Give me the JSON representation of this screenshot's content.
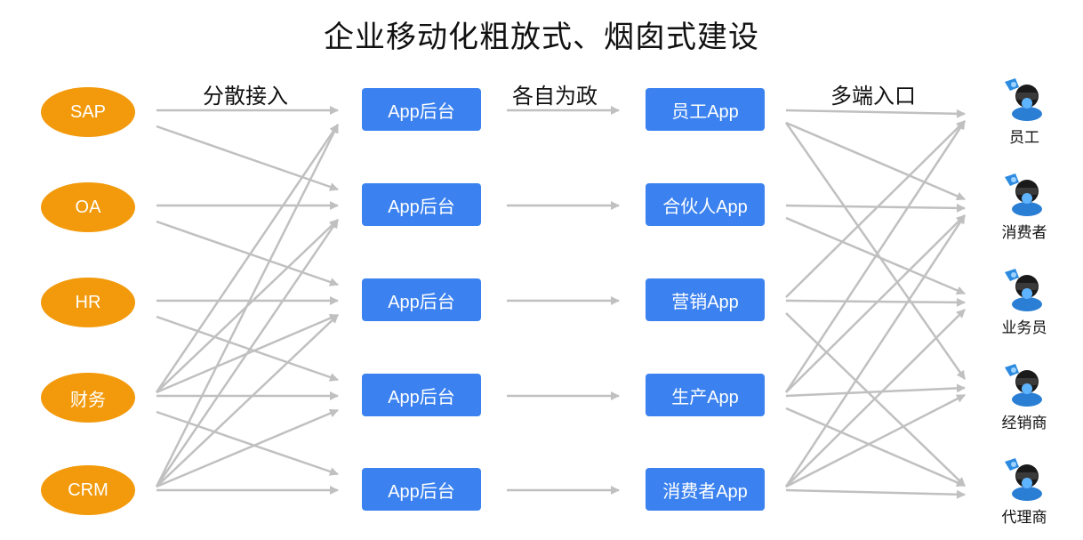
{
  "title": "企业移动化粗放式、烟囱式建设",
  "section_labels": {
    "left": "分散接入",
    "middle": "各自为政",
    "right": "多端入口"
  },
  "sources": [
    "SAP",
    "OA",
    "HR",
    "财务",
    "CRM"
  ],
  "backends": [
    "App后台",
    "App后台",
    "App后台",
    "App后台",
    "App后台"
  ],
  "apps": [
    "员工App",
    "合伙人App",
    "营销App",
    "生产App",
    "消费者App"
  ],
  "users": [
    "员工",
    "消费者",
    "业务员",
    "经销商",
    "代理商"
  ],
  "icons": {
    "user": "user-avatar-icon"
  },
  "colors": {
    "source_fill": "#f29a0b",
    "box_fill": "#3b82f0",
    "arrow": "#c0c0c0"
  },
  "connections": {
    "sources_to_backends": [
      [
        0,
        0
      ],
      [
        0,
        1
      ],
      [
        1,
        1
      ],
      [
        1,
        2
      ],
      [
        2,
        2
      ],
      [
        2,
        3
      ],
      [
        3,
        0
      ],
      [
        3,
        1
      ],
      [
        3,
        2
      ],
      [
        3,
        3
      ],
      [
        3,
        4
      ],
      [
        4,
        0
      ],
      [
        4,
        1
      ],
      [
        4,
        2
      ],
      [
        4,
        3
      ],
      [
        4,
        4
      ]
    ],
    "backends_to_apps": [
      [
        0,
        0
      ],
      [
        1,
        1
      ],
      [
        2,
        2
      ],
      [
        3,
        3
      ],
      [
        4,
        4
      ]
    ],
    "apps_to_users": [
      [
        0,
        0
      ],
      [
        0,
        1
      ],
      [
        0,
        3
      ],
      [
        1,
        1
      ],
      [
        1,
        2
      ],
      [
        2,
        0
      ],
      [
        2,
        2
      ],
      [
        2,
        4
      ],
      [
        3,
        0
      ],
      [
        3,
        1
      ],
      [
        3,
        3
      ],
      [
        3,
        4
      ],
      [
        4,
        1
      ],
      [
        4,
        2
      ],
      [
        4,
        3
      ],
      [
        4,
        4
      ]
    ]
  }
}
